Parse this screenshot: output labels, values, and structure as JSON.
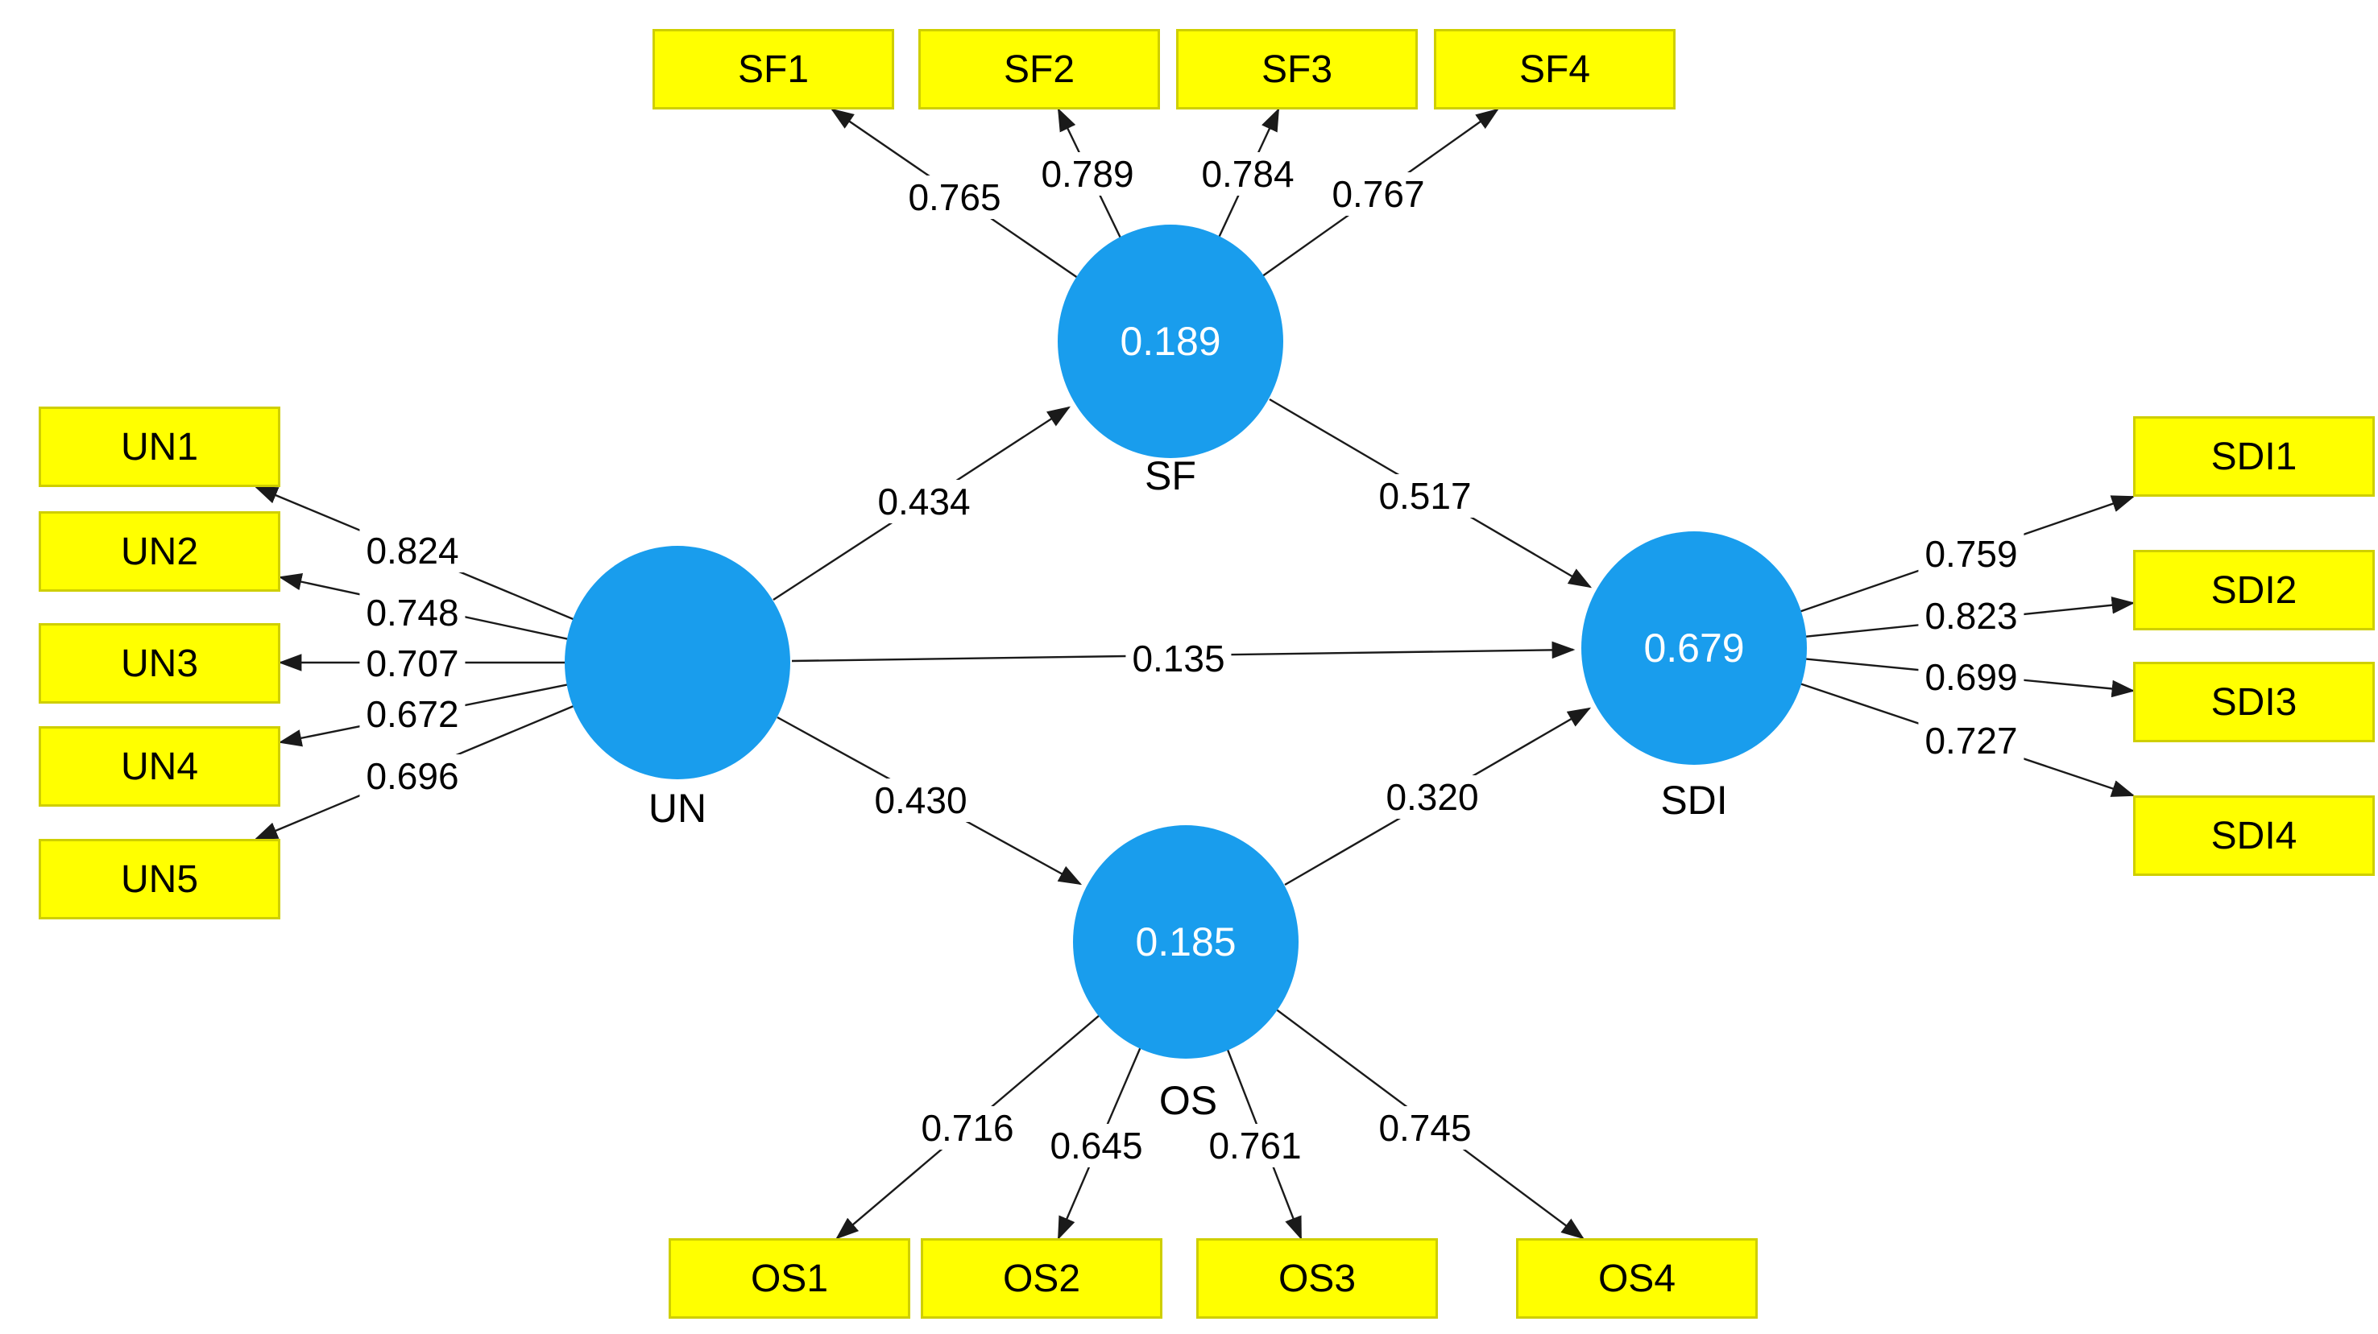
{
  "model": {
    "latents": [
      {
        "id": "SF",
        "label": "SF",
        "r_squared": "0.189"
      },
      {
        "id": "UN",
        "label": "UN",
        "r_squared": ""
      },
      {
        "id": "OS",
        "label": "OS",
        "r_squared": "0.185"
      },
      {
        "id": "SDI",
        "label": "SDI",
        "r_squared": "0.679"
      }
    ],
    "indicators": {
      "SF": [
        {
          "label": "SF1",
          "loading": "0.765"
        },
        {
          "label": "SF2",
          "loading": "0.789"
        },
        {
          "label": "SF3",
          "loading": "0.784"
        },
        {
          "label": "SF4",
          "loading": "0.767"
        }
      ],
      "UN": [
        {
          "label": "UN1",
          "loading": "0.824"
        },
        {
          "label": "UN2",
          "loading": "0.748"
        },
        {
          "label": "UN3",
          "loading": "0.707"
        },
        {
          "label": "UN4",
          "loading": "0.672"
        },
        {
          "label": "UN5",
          "loading": "0.696"
        }
      ],
      "OS": [
        {
          "label": "OS1",
          "loading": "0.716"
        },
        {
          "label": "OS2",
          "loading": "0.645"
        },
        {
          "label": "OS3",
          "loading": "0.761"
        },
        {
          "label": "OS4",
          "loading": "0.745"
        }
      ],
      "SDI": [
        {
          "label": "SDI1",
          "loading": "0.759"
        },
        {
          "label": "SDI2",
          "loading": "0.823"
        },
        {
          "label": "SDI3",
          "loading": "0.699"
        },
        {
          "label": "SDI4",
          "loading": "0.727"
        }
      ]
    },
    "paths": [
      {
        "from": "UN",
        "to": "SF",
        "coefficient": "0.434"
      },
      {
        "from": "UN",
        "to": "SDI",
        "coefficient": "0.135"
      },
      {
        "from": "UN",
        "to": "OS",
        "coefficient": "0.430"
      },
      {
        "from": "SF",
        "to": "SDI",
        "coefficient": "0.517"
      },
      {
        "from": "OS",
        "to": "SDI",
        "coefficient": "0.320"
      }
    ],
    "colors": {
      "latent_fill": "#199ded",
      "latent_text": "#ffffff",
      "indicator_fill": "#ffff00",
      "indicator_border": "#cfcf00",
      "arrow": "#1a1a1a",
      "text": "#000000"
    }
  }
}
